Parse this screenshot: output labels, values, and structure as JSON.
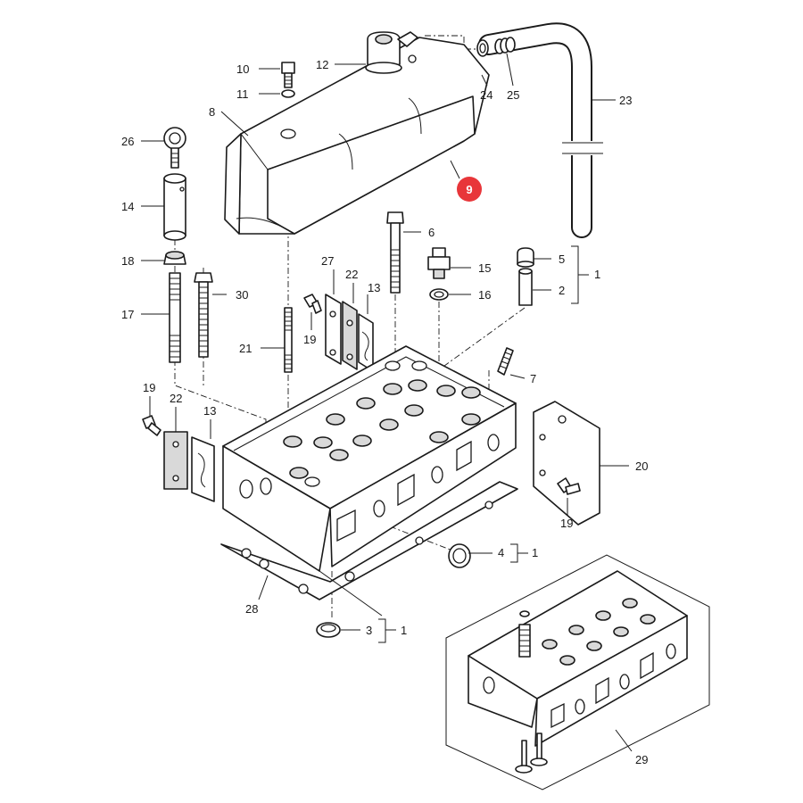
{
  "callouts": {
    "c1a": "1",
    "c1b": "1",
    "c1c": "1",
    "c2": "2",
    "c3": "3",
    "c4": "4",
    "c5": "5",
    "c6": "6",
    "c7": "7",
    "c8": "8",
    "c10": "10",
    "c11": "11",
    "c12": "12",
    "c13a": "13",
    "c13b": "13",
    "c14": "14",
    "c15": "15",
    "c16": "16",
    "c17": "17",
    "c18": "18",
    "c19a": "19",
    "c19b": "19",
    "c19c": "19",
    "c20": "20",
    "c21": "21",
    "c22a": "22",
    "c22b": "22",
    "c23": "23",
    "c24": "24",
    "c25": "25",
    "c26": "26",
    "c27": "27",
    "c28": "28",
    "c29": "29",
    "c30": "30"
  },
  "highlight": {
    "label": "9",
    "color": "#e8363a"
  },
  "colors": {
    "line": "#1a1a1a",
    "fill_light": "#d9d9d9",
    "fill_dark": "#9a9a9a"
  }
}
